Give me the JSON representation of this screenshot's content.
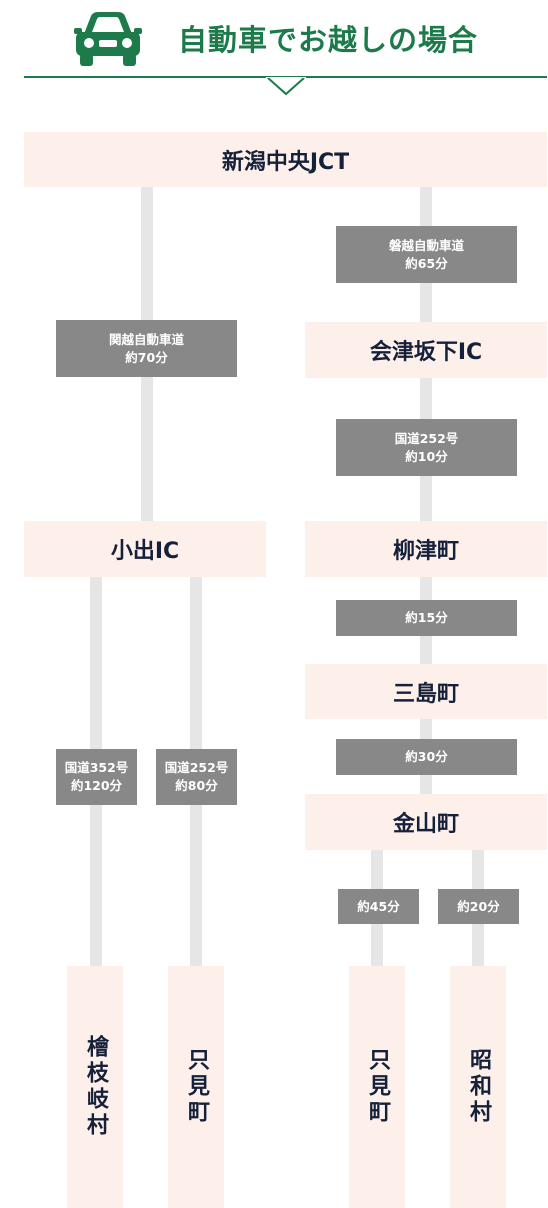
{
  "header": {
    "title": "自動車でお越しの場合",
    "icon": "car-icon",
    "accent_color": "#1d7a4a"
  },
  "colors": {
    "node_bg": "#fdf0ea",
    "label_bg": "#888888",
    "connector": "#e6e6e6",
    "node_text": "#15213a"
  },
  "nodes": {
    "niigata_chuo_jct": "新潟中央JCT",
    "aizu_bange_ic": "会津坂下IC",
    "yanaizu": "柳津町",
    "mishima": "三島町",
    "kaneyama": "金山町",
    "koide_ic": "小出IC",
    "hinoemata": "檜枝岐村",
    "tadami_left": "只見町",
    "tadami_right": "只見町",
    "showa": "昭和村"
  },
  "routes": {
    "banetsu": {
      "road": "磐越自動車道",
      "time": "約65分"
    },
    "kanetsu": {
      "road": "関越自動車道",
      "time": "約70分"
    },
    "r252_aizu": {
      "road": "国道252号",
      "time": "約10分"
    },
    "yanaizu_mishima": {
      "time": "約15分"
    },
    "mishima_kaneyama": {
      "time": "約30分"
    },
    "r352": {
      "road": "国道352号",
      "time": "約120分"
    },
    "r252_koide": {
      "road": "国道252号",
      "time": "約80分"
    },
    "kaneyama_tadami": {
      "time": "約45分"
    },
    "kaneyama_showa": {
      "time": "約20分"
    }
  }
}
